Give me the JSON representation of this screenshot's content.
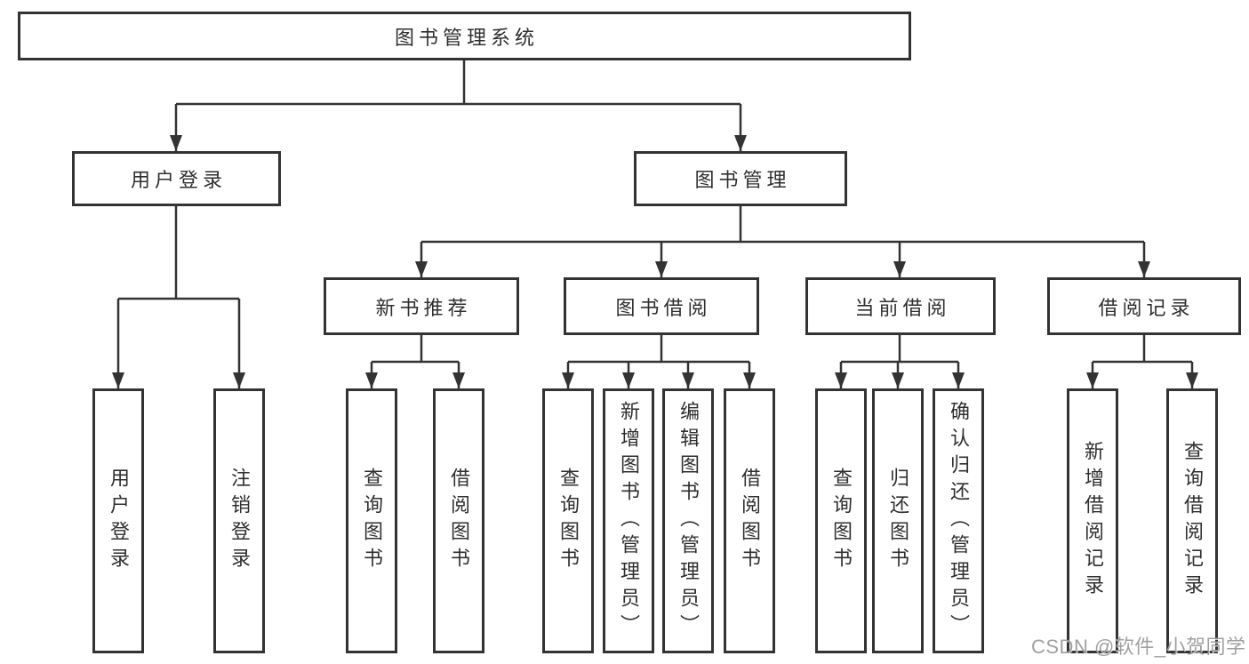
{
  "tree": {
    "label": "图书管理系统",
    "children": [
      {
        "label": "用户登录",
        "children": [
          {
            "label": "用户登录"
          },
          {
            "label": "注销登录"
          }
        ]
      },
      {
        "label": "图书管理",
        "children": [
          {
            "label": "新书推荐",
            "children": [
              {
                "label": "查询图书"
              },
              {
                "label": "借阅图书"
              }
            ]
          },
          {
            "label": "图书借阅",
            "children": [
              {
                "label": "查询图书"
              },
              {
                "label": "新增图书（管理员）"
              },
              {
                "label": "编辑图书（管理员）"
              },
              {
                "label": "借阅图书"
              }
            ]
          },
          {
            "label": "当前借阅",
            "children": [
              {
                "label": "查询图书"
              },
              {
                "label": "归还图书"
              },
              {
                "label": "确认归还（管理员）"
              }
            ]
          },
          {
            "label": "借阅记录",
            "children": [
              {
                "label": "新增借阅记录"
              },
              {
                "label": "查询借阅记录"
              }
            ]
          }
        ]
      }
    ]
  },
  "watermark": {
    "text": "CSDN @软件_小贺同学"
  },
  "colors": {
    "line": "#333333",
    "text": "#2f2f2f",
    "watermark": "#989898",
    "background": "#ffffff"
  }
}
